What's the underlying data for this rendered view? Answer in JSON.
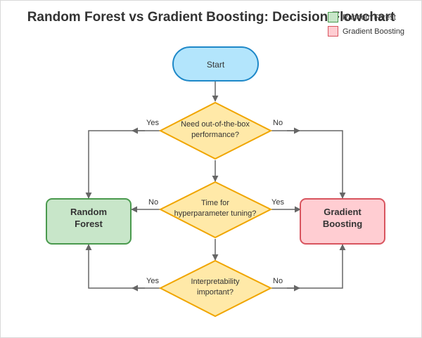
{
  "title": "Random Forest vs Gradient Boosting: Decision Flowchart",
  "legend": [
    {
      "label": "Random Forest",
      "fill": "#c8e6c9",
      "stroke": "#4a9a4e"
    },
    {
      "label": "Gradient Boosting",
      "fill": "#ffcdd2",
      "stroke": "#d8555f"
    }
  ],
  "nodes": {
    "start": {
      "label": "Start"
    },
    "q1": {
      "lines": [
        "Need out-of-the-box",
        "performance?"
      ]
    },
    "q2": {
      "lines": [
        "Time for",
        "hyperparameter tuning?"
      ]
    },
    "q3": {
      "lines": [
        "Interpretability",
        "important?"
      ]
    },
    "random_forest": {
      "lines": [
        "Random",
        "Forest"
      ]
    },
    "gradient_boosting": {
      "lines": [
        "Gradient",
        "Boosting"
      ]
    }
  },
  "edges": {
    "q1_yes": "Yes",
    "q1_no": "No",
    "q2_no": "No",
    "q2_yes": "Yes",
    "q3_yes": "Yes",
    "q3_no": "No"
  },
  "colors": {
    "start_fill": "#b3e5fc",
    "start_stroke": "#1e88c8",
    "decision_fill": "#ffe9a8",
    "decision_stroke": "#f0a500",
    "rf_fill": "#c8e6c9",
    "rf_stroke": "#4a9a4e",
    "gb_fill": "#ffcdd2",
    "gb_stroke": "#d8555f",
    "line": "#666666"
  }
}
